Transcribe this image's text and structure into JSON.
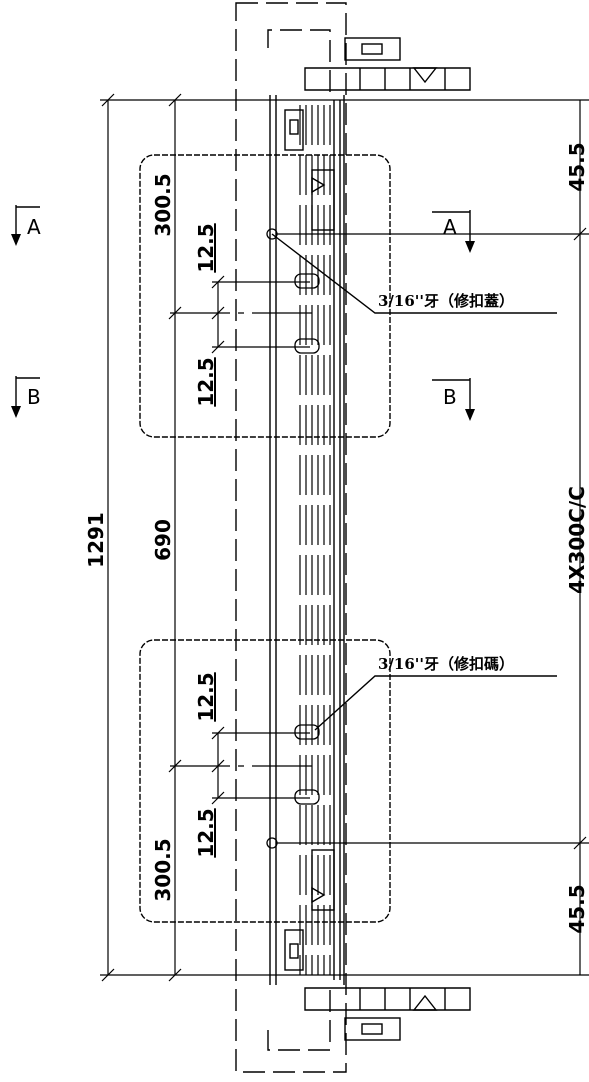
{
  "dimensions": {
    "overall": "1291",
    "middle": "690",
    "top_segment": "300.5",
    "bottom_segment": "300.5",
    "top_screw_gap_1": "12.5",
    "top_screw_gap_2": "12.5",
    "bottom_screw_gap_1": "12.5",
    "bottom_screw_gap_2": "12.5",
    "top_edge": "45.5",
    "bottom_edge": "45.5",
    "spacing": "4X300C/C"
  },
  "sections": {
    "a_left": "A",
    "a_right": "A",
    "b_left": "B",
    "b_right": "B"
  },
  "notes": {
    "screw_top": "3/16''牙（修扣蓋）",
    "screw_bottom": "3/16''牙（修扣碼）"
  },
  "colors": {
    "line": "#000000",
    "background": "#ffffff"
  }
}
